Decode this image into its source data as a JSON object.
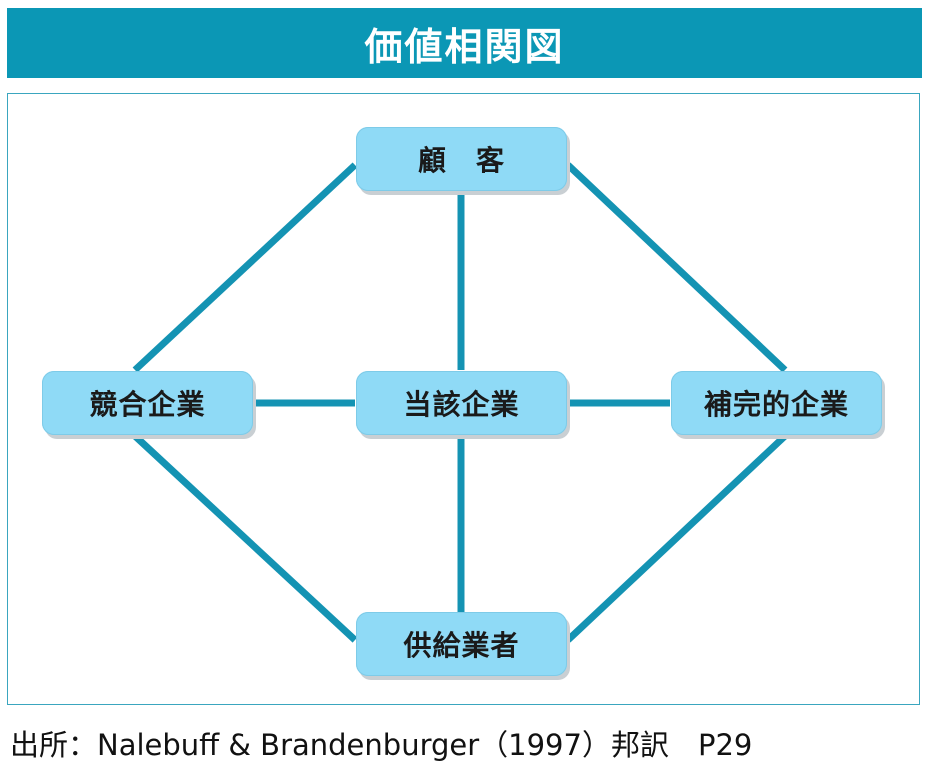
{
  "title": "価値相関図",
  "nodes": {
    "customer": "顧　客",
    "competitor": "競合企業",
    "company": "当該企業",
    "complementor": "補完的企業",
    "supplier": "供給業者"
  },
  "source": "出所：Nalebuff & Brandenburger（1997）邦訳　P29",
  "colors": {
    "accent": "#0b97b5",
    "node_fill": "#8fdaf6",
    "line": "#1493b3"
  }
}
